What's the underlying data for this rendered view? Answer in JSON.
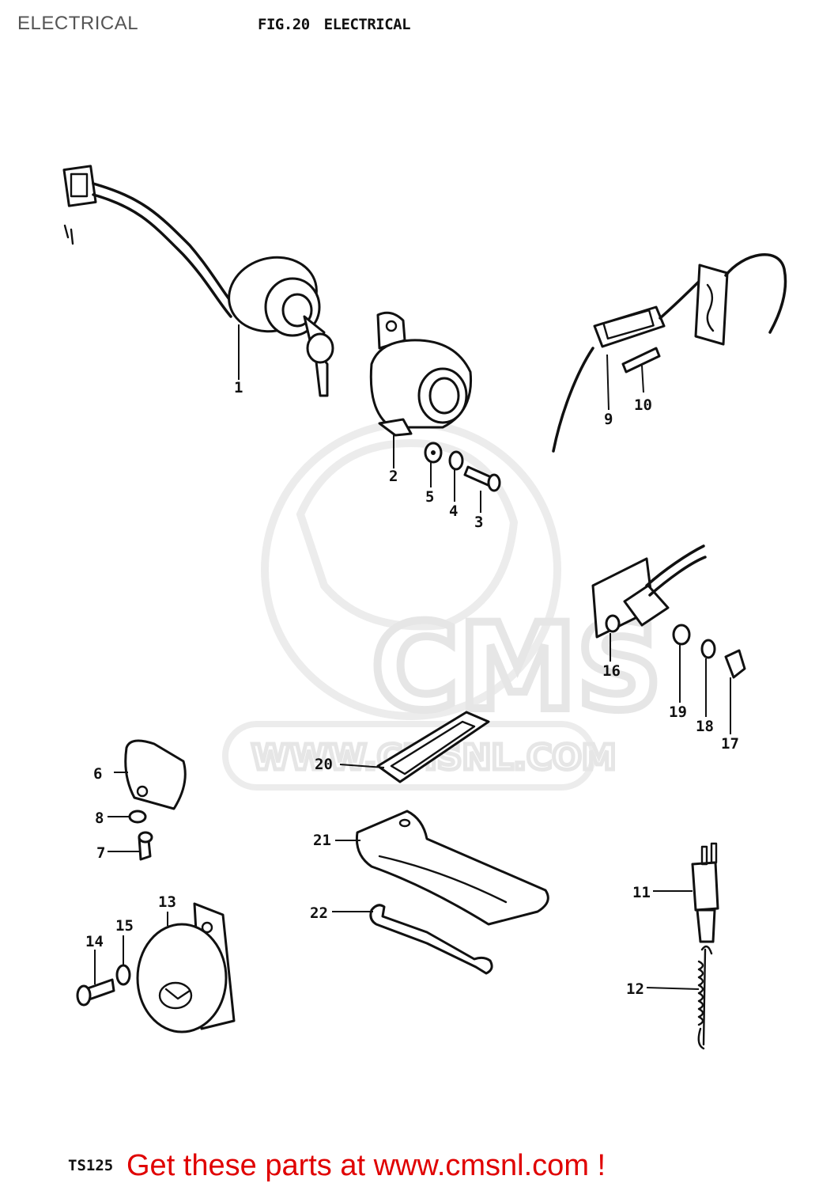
{
  "page_label": "ELECTRICAL",
  "figure": {
    "number": "FIG.20",
    "title": "ELECTRICAL"
  },
  "model": "TS125",
  "banner": "Get these parts at www.cmsnl.com !",
  "watermark": {
    "brand": "CMS",
    "url": "WWW.CMSNL.COM"
  },
  "callouts": [
    "1",
    "2",
    "3",
    "4",
    "5",
    "6",
    "7",
    "8",
    "9",
    "10",
    "11",
    "12",
    "13",
    "14",
    "15",
    "16",
    "17",
    "18",
    "19",
    "20",
    "21",
    "22"
  ],
  "colors": {
    "ink": "#111111",
    "banner": "#e00000",
    "watermark": "#e6e6e6"
  }
}
